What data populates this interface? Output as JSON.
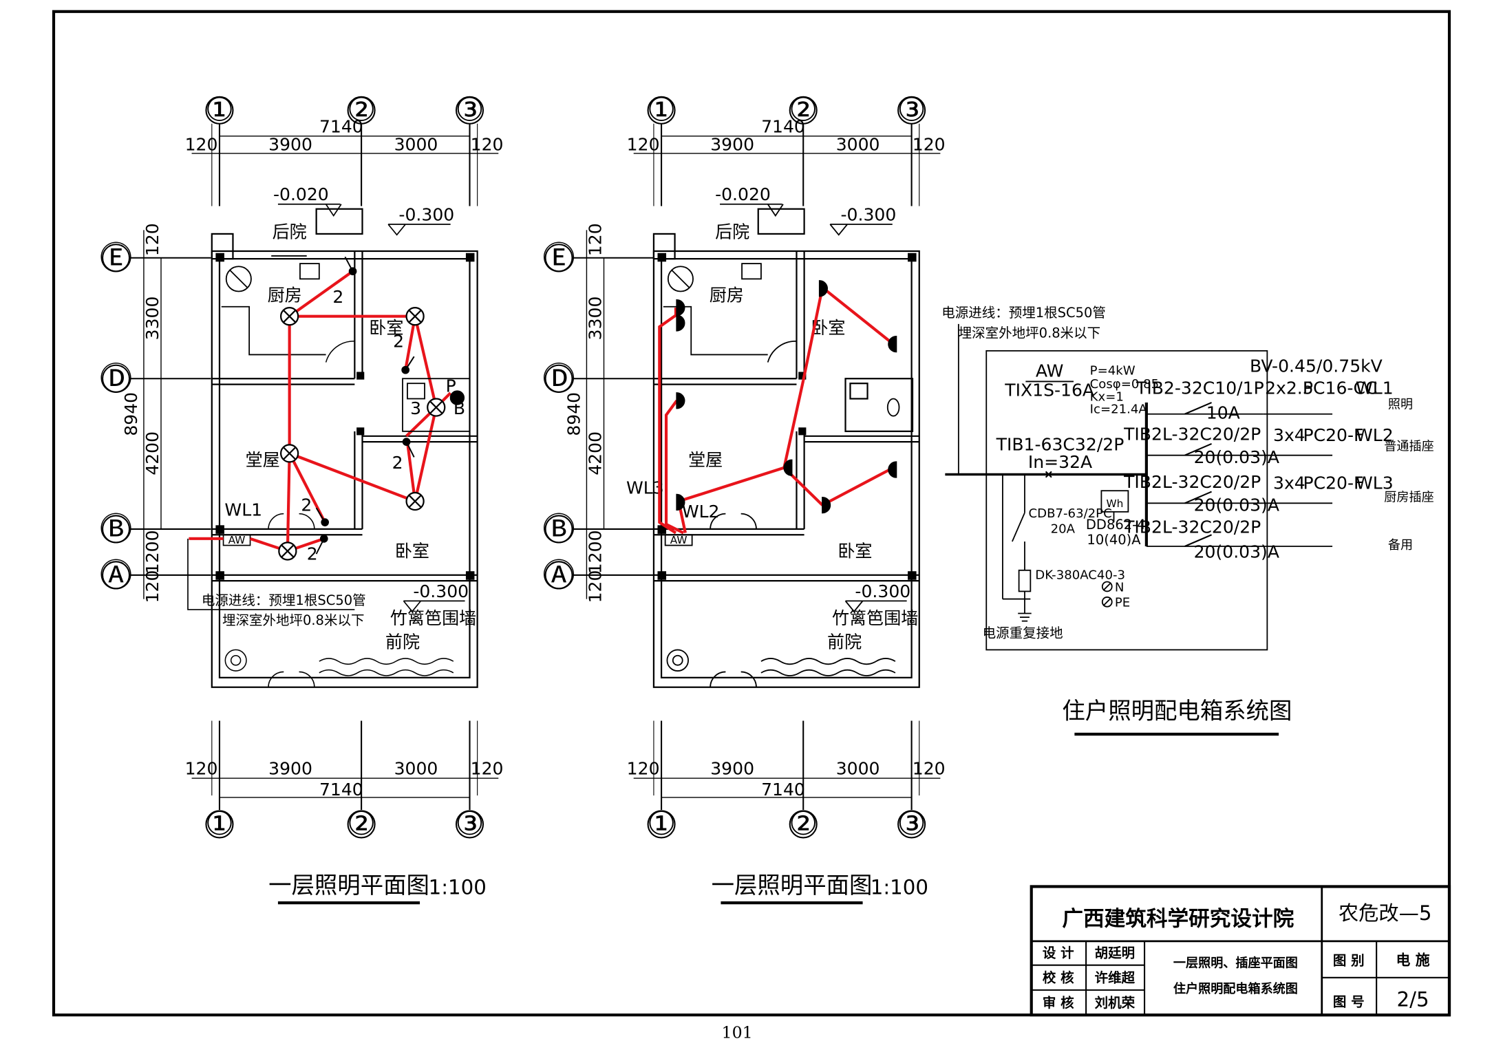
{
  "page_number": "101",
  "colors": {
    "wiring": "#e8141b",
    "ink": "#000000"
  },
  "plan_left": {
    "title": "一层照明平面图",
    "scale": "1:100",
    "labels": {
      "kitchen": "厨房",
      "bedroom_upper": "卧室",
      "hall": "堂屋",
      "bedroom_lower": "卧室",
      "back_yard": "后院",
      "front_yard": "前院",
      "bamboo_fence": "竹篱笆围墙",
      "elev_back": "-0.020",
      "elev_side": "-0.300",
      "elev_front": "-0.300",
      "feeder_line1": "电源进线：预埋1根SC50管",
      "feeder_line2": "埋深室外地坪0.8米以下",
      "circuit": "WL1",
      "box": "AW",
      "n1": "2",
      "n2": "2",
      "n3": "2",
      "n4": "2",
      "n5": "3",
      "n6": "2",
      "n7": "P",
      "n8": "B"
    }
  },
  "plan_right": {
    "title": "一层照明平面图",
    "scale": "1:100",
    "labels": {
      "kitchen": "厨房",
      "bedroom_upper": "卧室",
      "hall": "堂屋",
      "bedroom_lower": "卧室",
      "back_yard": "后院",
      "front_yard": "前院",
      "bamboo_fence": "竹篱笆围墙",
      "elev_back": "-0.020",
      "elev_side": "-0.300",
      "elev_front": "-0.300",
      "circuit_a": "WL3",
      "circuit_b": "WL2",
      "box": "AW"
    }
  },
  "grid": {
    "cols": [
      "①",
      "②",
      "③"
    ],
    "rows": [
      "Ⓔ",
      "Ⓓ",
      "Ⓑ",
      "Ⓐ"
    ],
    "h_dims": {
      "left_edge": "120",
      "bay1": "3900",
      "bay2": "3000",
      "right_edge": "120",
      "total": "7140"
    },
    "v_dims": {
      "top_edge": "120",
      "bay_ed": "3300",
      "bay_db": "4200",
      "bay_ba": "1200",
      "bottom_edge": "120",
      "total": "8940"
    }
  },
  "system": {
    "title": "住户照明配电箱系统图",
    "feeder_line1": "电源进线：预埋1根SC50管",
    "feeder_line2": "埋深室外地坪0.8米以下",
    "box_name": "AW",
    "box_model": "TIX1S-16A",
    "box_params": [
      "P=4kW",
      "Cosφ=0.85",
      "Kx=1",
      "Ic=21.4A"
    ],
    "main_breaker": "TIB1-63C32/2P",
    "main_in": "In=32A",
    "surge": "CDB7-63/2PC",
    "surge_rating": "20A",
    "spd": "DK-380AC40-3",
    "meter_symbol": "Wh",
    "meter": "DD862-4",
    "meter_rating": "10(40)A",
    "n_label": "N",
    "pe_label": "PE",
    "ground": "电源重复接地",
    "cable_spec": "BV-0.45/0.75kV",
    "circuits": [
      {
        "breaker": "TIB2-32C10/1P",
        "rating": "10A",
        "cable": "2x2.5",
        "pipe": "PC16-CC",
        "name": "WL1",
        "use": "照明"
      },
      {
        "breaker": "TIB2L-32C20/2P",
        "rating": "20(0.03)A",
        "cable": "3x4",
        "pipe": "PC20-F",
        "name": "WL2",
        "use": "普通插座"
      },
      {
        "breaker": "TIB2L-32C20/2P",
        "rating": "20(0.03)A",
        "cable": "3x4",
        "pipe": "PC20-F",
        "name": "WL3",
        "use": "厨房插座"
      },
      {
        "breaker": "TIB2L-32C20/2P",
        "rating": "20(0.03)A",
        "cable": "",
        "pipe": "",
        "name": "",
        "use": "备用"
      }
    ]
  },
  "title_block": {
    "institute": "广西建筑科学研究设计院",
    "project": "农危改—5",
    "roles": [
      {
        "role": "设  计",
        "name": "胡廷明"
      },
      {
        "role": "校  核",
        "name": "许维超"
      },
      {
        "role": "审  核",
        "name": "刘机荣"
      }
    ],
    "drawing_title_1": "一层照明、插座平面图",
    "drawing_title_2": "住户照明配电箱系统图",
    "category_label": "图 别",
    "category": "电  施",
    "number_label": "图 号",
    "number": "2/5"
  }
}
